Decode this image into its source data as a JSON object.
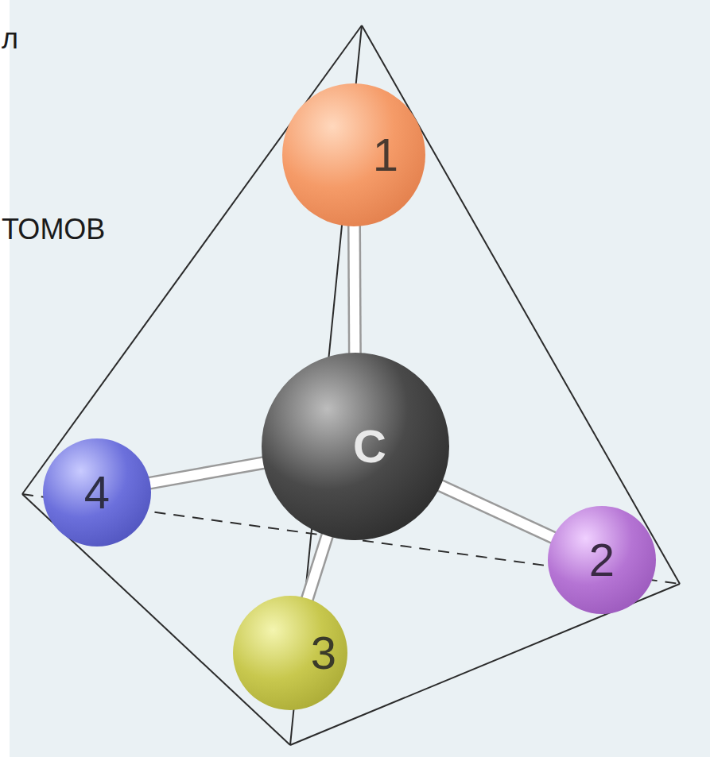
{
  "diagram": {
    "nodes": [
      {
        "text": [
          "1"
        ]
      },
      {
        "text": [
          "C"
        ]
      },
      {
        "text": [
          "4"
        ]
      },
      {
        "text": [
          "2"
        ]
      },
      {
        "text": [
          "3"
        ]
      }
    ],
    "edges": [
      {
        "from": 1,
        "to": 0,
        "arrow": "none"
      },
      {
        "from": 1,
        "to": 2,
        "arrow": "none"
      },
      {
        "from": 1,
        "to": 3,
        "arrow": "none"
      },
      {
        "from": 1,
        "to": 4,
        "arrow": "none"
      }
    ],
    "labels": [
      "л",
      "ТОМОВ"
    ]
  }
}
